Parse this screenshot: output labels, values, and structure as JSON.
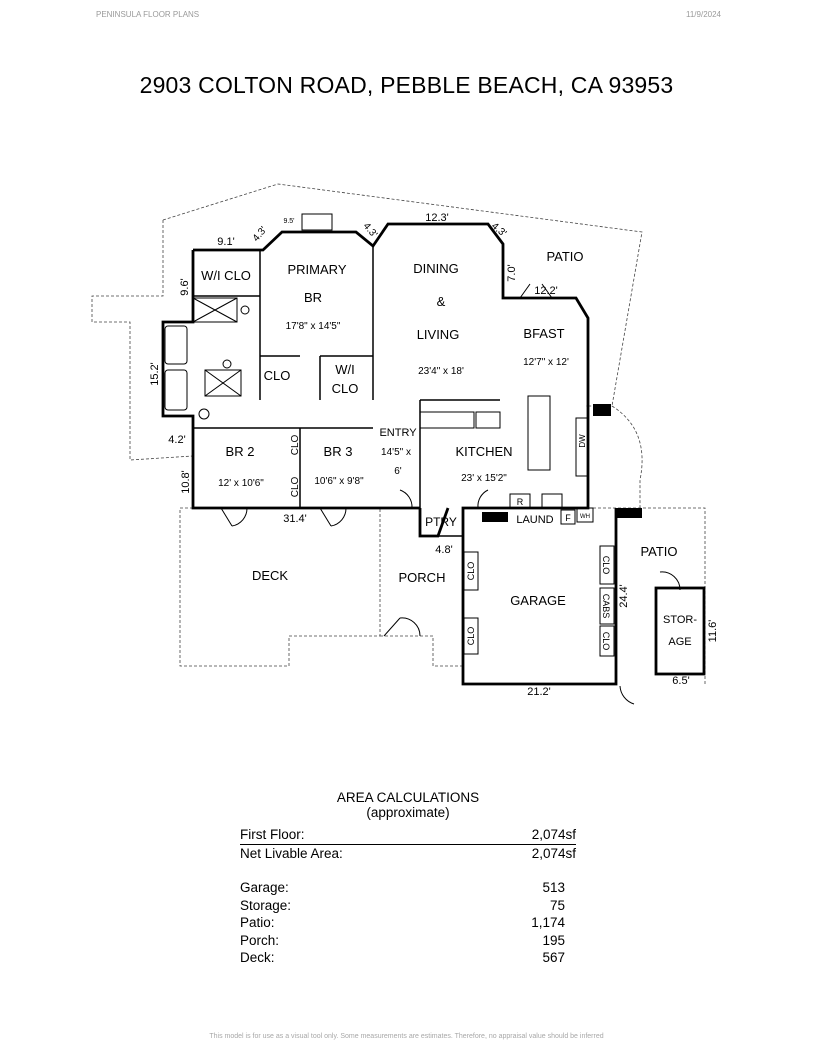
{
  "header": {
    "brand": "PENINSULA FLOOR PLANS",
    "date": "11/9/2024"
  },
  "title": "2903 COLTON ROAD, PEBBLE BEACH, CA  93953",
  "plan": {
    "rooms": {
      "wi_clo": "W/I CLO",
      "primary": "PRIMARY",
      "primary_br": "BR",
      "primary_dim": "17'8\" x 14'5\"",
      "dining": "DINING",
      "amp": "&",
      "living": "LIVING",
      "living_dim": "23'4\" x 18'",
      "patio_top": "PATIO",
      "bfast": "BFAST",
      "bfast_dim": "12'7\" x 12'",
      "clo": "CLO",
      "wi": "W/I",
      "wi_clo2": "CLO",
      "entry": "ENTRY",
      "entry_dim1": "14'5\" x",
      "entry_dim2": "6'",
      "kitchen": "KITCHEN",
      "kitchen_dim": "23' x 15'2\"",
      "br2": "BR 2",
      "br2_dim": "12' x 10'6\"",
      "br3": "BR 3",
      "br3_dim": "10'6\" x 9'8\"",
      "clo_v1": "CLO",
      "clo_v2": "CLO",
      "dw": "DW",
      "r": "R",
      "laund": "LAUND",
      "f": "F",
      "wh": "WH",
      "ptry": "PTRY",
      "deck": "DECK",
      "porch": "PORCH",
      "garage": "GARAGE",
      "clo_g1": "CLO",
      "clo_g2": "CLO",
      "clo_g3": "CLO",
      "cabs": "CABS",
      "clo_g4": "CLO",
      "patio_right": "PATIO",
      "stor": "STOR-",
      "age": "AGE"
    },
    "dims": {
      "d91": "9.1'",
      "d43a": "4.3'",
      "d95": "9.5'",
      "d43b": "4.3'",
      "d123": "12.3'",
      "d43c": "4.3'",
      "d96": "9.6'",
      "d70": "7.0'",
      "d122": "12.2'",
      "d152": "15.2'",
      "d42": "4.2'",
      "d108": "10.8'",
      "d314": "31.4'",
      "d48": "4.8'",
      "d244": "24.4'",
      "d116": "11.6'",
      "d212": "21.2'",
      "d65": "6.5'"
    }
  },
  "area": {
    "title": "AREA CALCULATIONS",
    "subtitle": "(approximate)",
    "rows": [
      {
        "label": "First Floor:",
        "value": "2,074sf"
      },
      {
        "label": "Net Livable Area:",
        "value": "2,074sf"
      }
    ],
    "extras": [
      {
        "label": "Garage:",
        "value": "513"
      },
      {
        "label": "Storage:",
        "value": "75"
      },
      {
        "label": "Patio:",
        "value": "1,174"
      },
      {
        "label": "Porch:",
        "value": "195"
      },
      {
        "label": "Deck:",
        "value": "567"
      }
    ]
  },
  "footer": "This model is for use as a visual tool only. Some measurements are estimates. Therefore, no appraisal value should be inferred"
}
